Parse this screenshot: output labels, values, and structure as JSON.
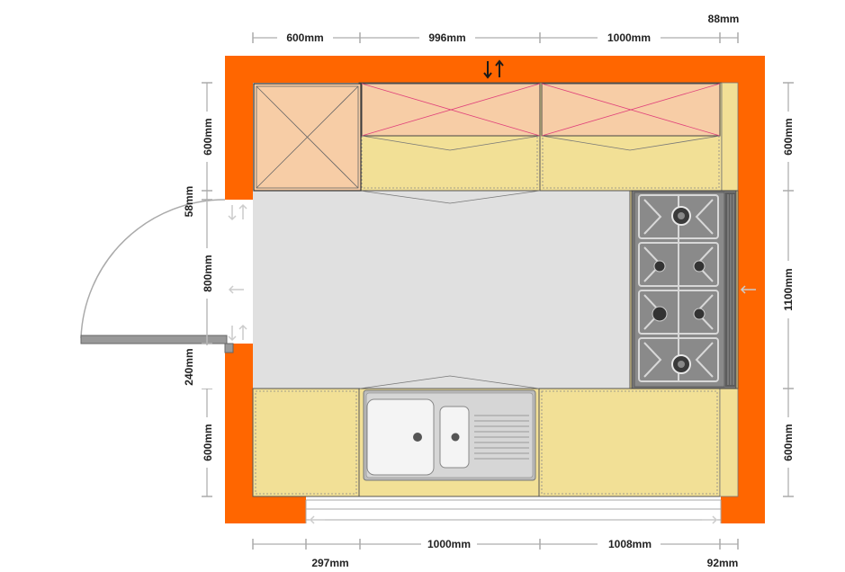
{
  "colors": {
    "wall": "#ff6600",
    "floor": "#e0e0e0",
    "base_cabinet": "#f2e096",
    "wall_cabinet": "#f7cda6",
    "hob": "#8c8c8c"
  },
  "dimensions": {
    "top": [
      "600mm",
      "996mm",
      "1000mm"
    ],
    "top_corner": "88mm",
    "bottom": [
      "1000mm",
      "1008mm"
    ],
    "bottom_left": "297mm",
    "bottom_corner": "92mm",
    "left": [
      "600mm",
      "58mm",
      "800mm",
      "240mm",
      "600mm"
    ],
    "right": [
      "600mm",
      "1100mm",
      "600mm"
    ]
  },
  "icons": {
    "flip": "up-down-arrows-icon",
    "sink": "sink-icon",
    "hob": "hob-icon",
    "door": "door-swing-icon"
  }
}
